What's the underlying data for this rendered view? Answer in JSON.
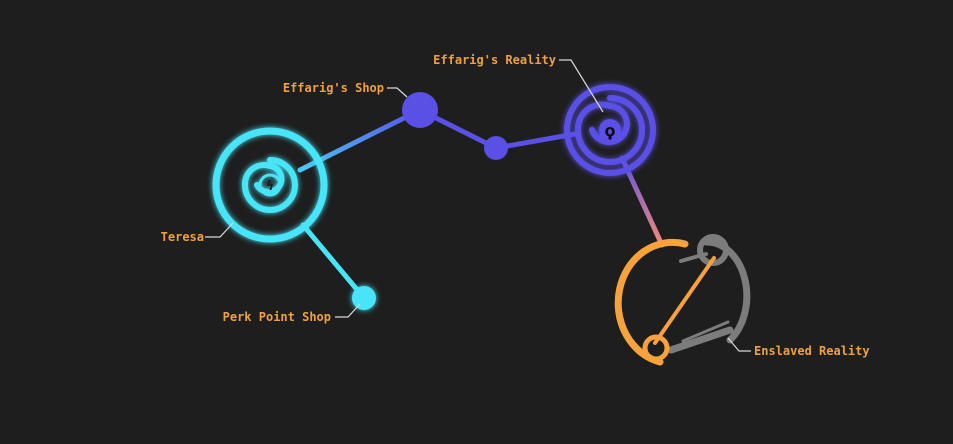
{
  "nodes": {
    "teresa": {
      "label": "Teresa",
      "glyph": "ϟ"
    },
    "perk_point_shop": {
      "label": "Perk Point Shop"
    },
    "effarigs_shop": {
      "label": "Effarig's Shop"
    },
    "effarig_reality": {
      "label": "Effarig's Reality",
      "glyph": "ϙ"
    },
    "enslaved_reality": {
      "label": "Enslaved Reality"
    }
  },
  "colors": {
    "background": "#1e1e1e",
    "teresa": "#46e5f7",
    "effarig": "#5a50e6",
    "enslaved": "#f7a23a",
    "enslaved_gray": "#7c7c7c",
    "label": "#f0a040",
    "leader": "#d8d8d8"
  }
}
